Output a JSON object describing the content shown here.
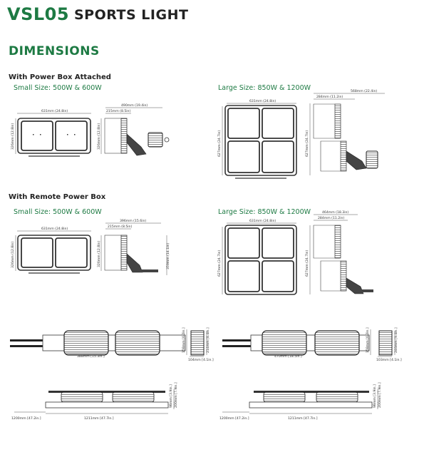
{
  "header": {
    "model": "VSL05",
    "product": "SPORTS LIGHT"
  },
  "section_title": "DIMENSIONS",
  "groups": {
    "attached": {
      "heading": "With Power Box Attached",
      "small_label": "Small Size: 500W & 600W",
      "large_label": "Large Size: 850W & 1200W",
      "small": {
        "width": "631mm (24.8in)",
        "height": "326mm (12.8in)",
        "depth_total": "490mm (19.4in)",
        "depth_body": "215mm (8.5in)",
        "side_height": "326mm (12.8in)"
      },
      "large": {
        "width": "631mm (24.8in)",
        "height": "627mm (24.7in)",
        "depth_total": "568mm (22.4in)",
        "depth_body": "284mm (11.2in)",
        "side_height": "627mm (24.7in)"
      }
    },
    "remote": {
      "heading": "With Remote Power Box",
      "small_label": "Small Size: 500W & 600W",
      "large_label": "Large Size: 850W & 1200W",
      "small": {
        "width": "631mm (24.8in)",
        "height": "326mm (12.8in)",
        "depth_total": "396mm (15.6in)",
        "depth_body": "215mm (8.5in)",
        "side_height": "326mm (12.8in)",
        "side_height2": "359mm (14.1in)"
      },
      "large": {
        "width": "631mm (24.8in)",
        "height": "627mm (24.7in)",
        "depth_total": "464mm (18.3in)",
        "depth_body": "284mm (11.2in)",
        "side_height": "627mm (24.7in)"
      }
    }
  },
  "power_box": {
    "left": {
      "length": "388mm [15.3in.]",
      "height": "158mm [6.2in.]",
      "depth": "104mm [4.1in.]",
      "depth_total": "214mm [8.4in.]"
    },
    "right": {
      "length": "470mm [18.5in.]",
      "height": "158mm [6.2in.]",
      "depth": "103mm [4.1in.]",
      "depth_total": "246mm [9.4in.]"
    }
  },
  "bracket": {
    "left": {
      "cable": "1200mm [47.2in.]",
      "length": "1211mm [47.7in.]",
      "height1": "200mm [7.9in.]",
      "height2": "98mm [3.9in.]"
    },
    "right": {
      "cable": "1200mm [47.2in.]",
      "length": "1211mm [47.7in.]",
      "height1": "200mm [7.9in.]",
      "height2": "98mm [3.9in.]"
    }
  }
}
